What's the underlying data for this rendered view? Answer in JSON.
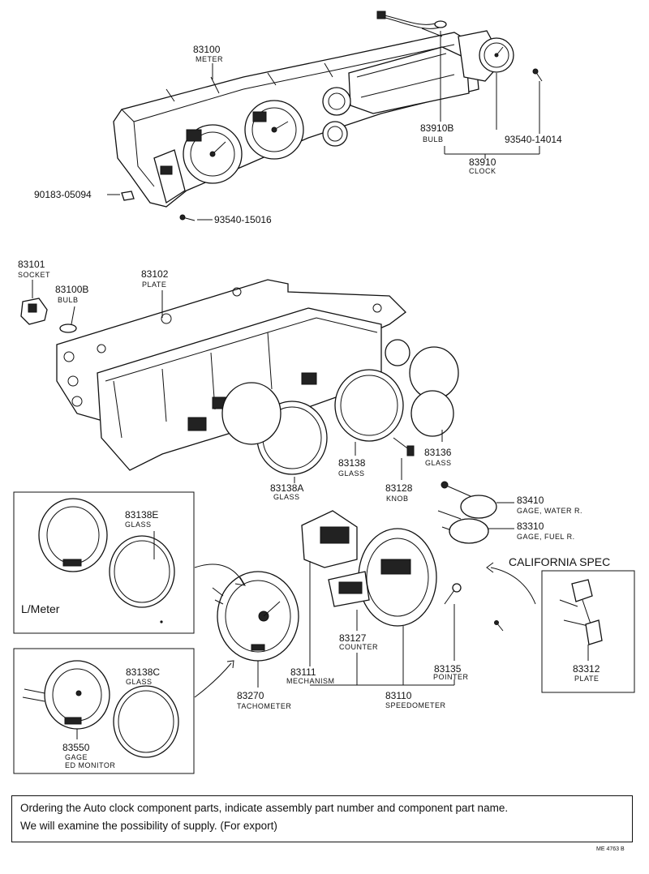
{
  "parts": {
    "meter": {
      "number": "83100",
      "name": "METER"
    },
    "bulb_clock": {
      "number": "83910B",
      "name": "BULB"
    },
    "clock": {
      "number": "83910",
      "name": "CLOCK"
    },
    "screw_clock": {
      "number": "93540-14014"
    },
    "clip": {
      "number": "90183-05094"
    },
    "screw_meter": {
      "number": "93540-15016"
    },
    "socket": {
      "number": "83101",
      "name": "SOCKET"
    },
    "bulb": {
      "number": "83100B",
      "name": "BULB"
    },
    "plate": {
      "number": "83102",
      "name": "PLATE"
    },
    "glass_a": {
      "number": "83138A",
      "name": "GLASS"
    },
    "glass_main": {
      "number": "83138",
      "name": "GLASS"
    },
    "knob": {
      "number": "83128",
      "name": "KNOB"
    },
    "glass_small": {
      "number": "83136",
      "name": "GLASS"
    },
    "glass_e": {
      "number": "83138E",
      "name": "GLASS"
    },
    "gage_water": {
      "number": "83410",
      "name": "GAGE, WATER R."
    },
    "gage_fuel": {
      "number": "83310",
      "name": "GAGE, FUEL R."
    },
    "counter": {
      "number": "83127",
      "name": "COUNTER"
    },
    "mechanism": {
      "number": "83111",
      "name": "MECHANISM"
    },
    "pointer": {
      "number": "83135",
      "name": "POINTER"
    },
    "speedometer": {
      "number": "83110",
      "name": "SPEEDOMETER"
    },
    "tachometer": {
      "number": "83270",
      "name": "TACHOMETER"
    },
    "glass_c": {
      "number": "83138C",
      "name": "GLASS"
    },
    "gage_monitor": {
      "number": "83550",
      "name": "GAGE",
      "name2": "ED MONITOR"
    },
    "plate_cal": {
      "number": "83312",
      "name": "PLATE"
    }
  },
  "labels": {
    "lmeter": "L/Meter",
    "california": "CALIFORNIA SPEC"
  },
  "note": {
    "line1": "Ordering the Auto clock component parts, indicate assembly part number and component part name.",
    "line2": "We will examine the possibility of supply. (For export)"
  },
  "ref": "ME 4763 B"
}
